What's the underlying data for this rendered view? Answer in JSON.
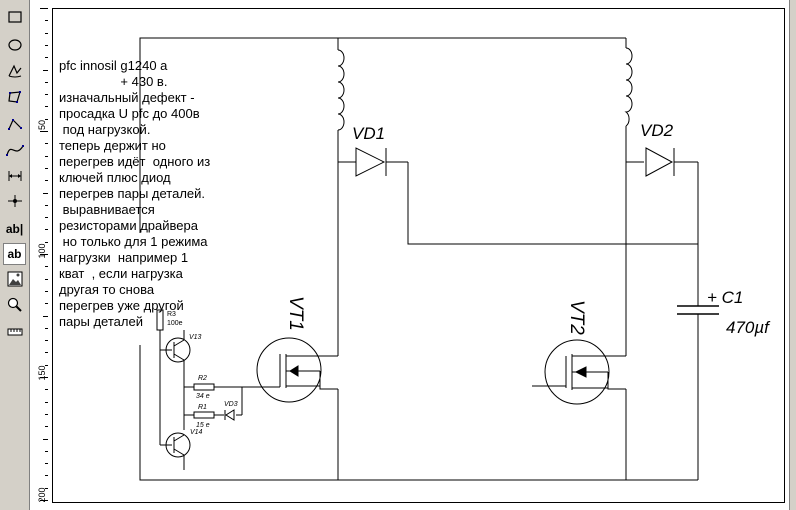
{
  "toolbar": {
    "tools": [
      {
        "name": "rectangle-tool",
        "icon": "rectangle-icon"
      },
      {
        "name": "ellipse-tool",
        "icon": "ellipse-icon"
      },
      {
        "name": "freehand-tool",
        "icon": "freehand-icon"
      },
      {
        "name": "polygon-tool",
        "icon": "polygon-icon"
      },
      {
        "name": "polyline-tool",
        "icon": "polyline-icon"
      },
      {
        "name": "bezier-tool",
        "icon": "bezier-icon"
      },
      {
        "name": "dimension-tool",
        "icon": "dimension-icon"
      },
      {
        "name": "connection-point-tool",
        "icon": "connection-point-icon"
      },
      {
        "name": "text-tool",
        "label": "ab|"
      },
      {
        "name": "text-frame-tool",
        "label": "ab"
      },
      {
        "name": "image-tool",
        "icon": "image-icon"
      },
      {
        "name": "zoom-tool",
        "icon": "magnifier-icon"
      },
      {
        "name": "ruler-tool",
        "icon": "ruler-icon"
      }
    ]
  },
  "ruler": {
    "labels": [
      "50",
      "100",
      "150",
      "200"
    ]
  },
  "note": {
    "text": "pfc innosil g1240 a\n                 + 430 в.\nизначальный дефект -\nпросадка U pfc до 400в\n под нагрузкой.\nтеперь держит но\nперегрев идёт  одного из\nключей плюс диод\nперегрев пары деталей.\n выравнивается\nрезисторами драйвера\n но только для 1 режима\nнагрузки  например 1\nкват  , если нагрузка\nдругая то снова\nперегрев уже другой\nпары деталей"
  },
  "schematic": {
    "vd1_label": "VD1",
    "vd2_label": "VD2",
    "vt1_label": "VT1",
    "vt2_label": "VT2",
    "c1_label": "+ C1",
    "c1_value": "470µf",
    "r3_label": "R3",
    "r3_value": "100e",
    "v13_label": "V13",
    "v14_label": "V14",
    "r2_label": "R2",
    "r2_value": "34 e",
    "r1_label": "R1",
    "r1_value": "15 e",
    "vd3_label": "VD3"
  }
}
